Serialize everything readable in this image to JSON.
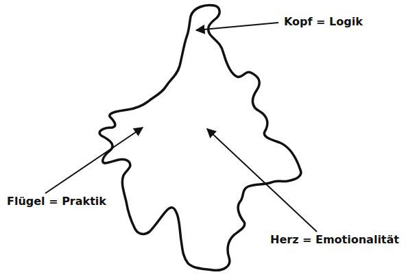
{
  "diagram": {
    "labels": [
      "Kopf = Logik",
      "Flügel = Praktik",
      "Herz = Emotionalität"
    ]
  }
}
